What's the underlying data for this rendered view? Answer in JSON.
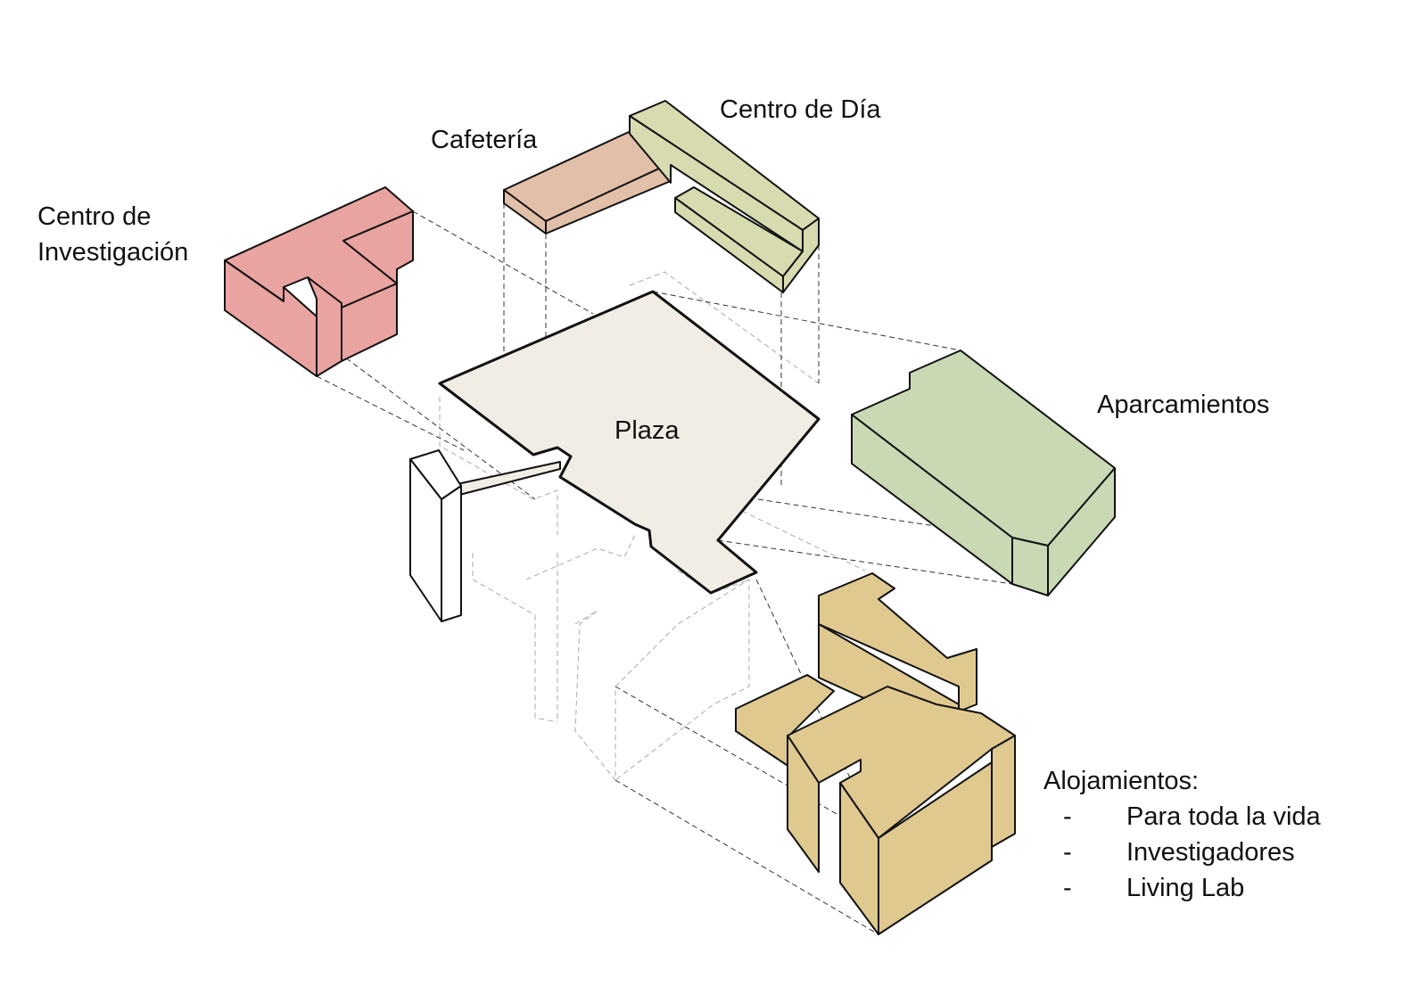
{
  "labels": {
    "investigacion_line1": "Centro de",
    "investigacion_line2": "Investigación",
    "cafeteria": "Cafetería",
    "centro_dia": "Centro de Día",
    "plaza": "Plaza",
    "aparcamientos": "Aparcamientos",
    "alojamientos": {
      "title": "Alojamientos:",
      "items": [
        {
          "bullet": "-",
          "text": "Para toda la vida"
        },
        {
          "bullet": "-",
          "text": "Investigadores"
        },
        {
          "bullet": "-",
          "text": "Living Lab"
        }
      ]
    }
  },
  "colors": {
    "investigacion": "#e9a3a0",
    "cafeteria": "#e2bfa8",
    "centro_dia": "#d8dbb0",
    "plaza": "#f1ede4",
    "aparcamientos": "#c8d9b4",
    "alojamientos": "#dfc98f",
    "tower": "#ffffff"
  }
}
